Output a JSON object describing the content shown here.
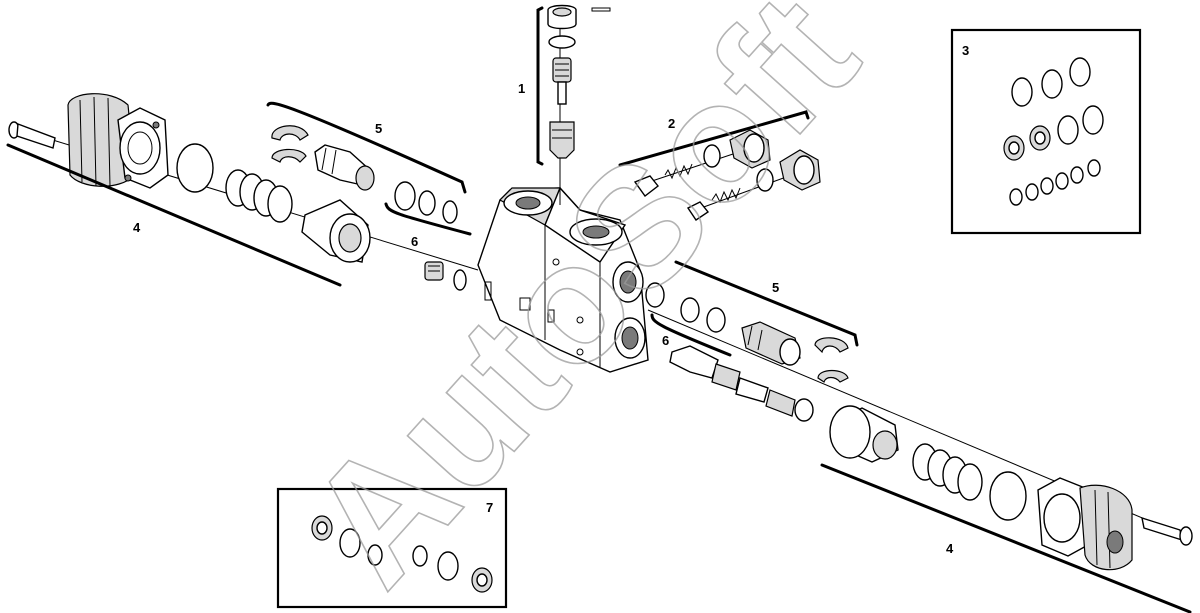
{
  "watermark": {
    "text": "AutoSoft"
  },
  "callouts": [
    {
      "id": "1",
      "label": "1"
    },
    {
      "id": "2",
      "label": "2"
    },
    {
      "id": "3",
      "label": "3"
    },
    {
      "id": "4",
      "label": "4"
    },
    {
      "id": "5",
      "label": "5"
    },
    {
      "id": "6",
      "label": "6"
    },
    {
      "id": "7",
      "label": "7"
    }
  ],
  "colors": {
    "line": "#000000",
    "watermark": "#9a9a9a",
    "shade": "#d9d9d9"
  }
}
